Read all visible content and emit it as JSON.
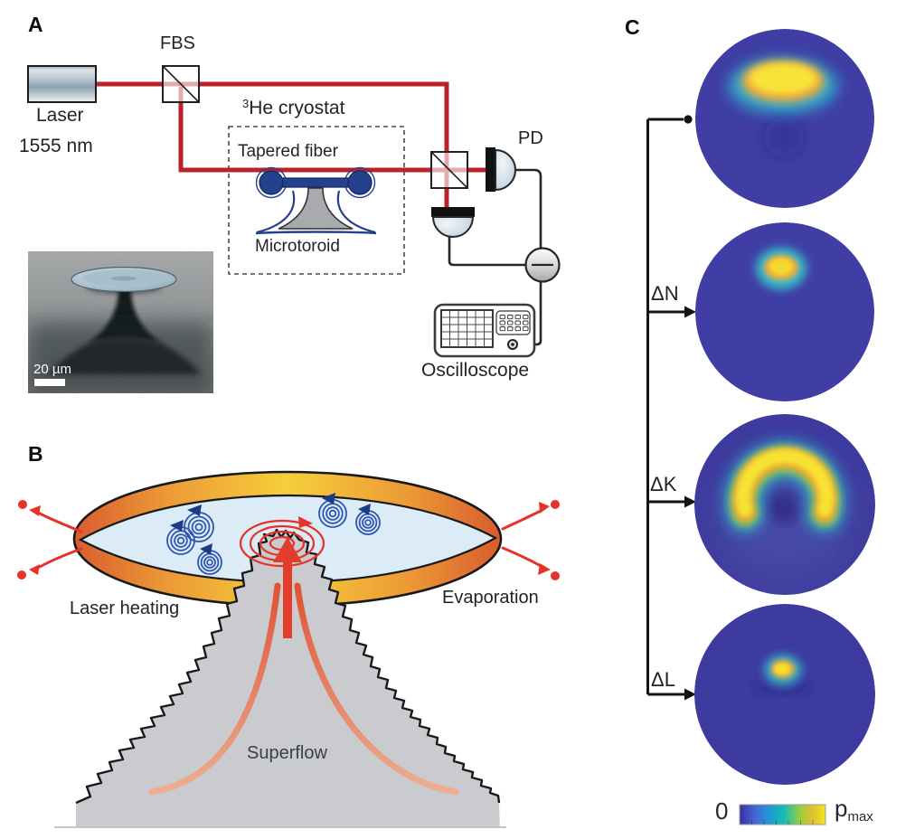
{
  "figure": {
    "type": "scientific-figure",
    "panels": [
      "A",
      "B",
      "C"
    ]
  },
  "panel_a": {
    "label": "A",
    "laser": "Laser",
    "wavelength": "1555 nm",
    "fbs": "FBS",
    "cryostat_sup": "3",
    "cryostat": "He cryostat",
    "tapered_fiber": "Tapered fiber",
    "microtoroid": "Microtoroid",
    "pd": "PD",
    "oscilloscope": "Oscilloscope",
    "sem_scale": "20 µm"
  },
  "panel_b": {
    "label": "B",
    "laser_heating": "Laser heating",
    "evaporation": "Evaporation",
    "superflow": "Superflow"
  },
  "panel_c": {
    "label": "C",
    "maps": [
      {
        "label": "",
        "connector": "dot",
        "distribution": "broad arc at top"
      },
      {
        "label": "ΔN",
        "connector": "arrow",
        "distribution": "compact spot upper left of center"
      },
      {
        "label": "ΔK",
        "connector": "arrow",
        "distribution": "wide crescent in upper half"
      },
      {
        "label": "ΔL",
        "connector": "arrow",
        "distribution": "small spot above center"
      }
    ],
    "colorbar": {
      "min": "0",
      "max_base": "p",
      "max_sub": "max",
      "gradient": [
        "#3b2fa0",
        "#1e9ad1",
        "#17bdb2",
        "#97cd43",
        "#f7e51d"
      ]
    }
  },
  "colors": {
    "beam_red": "#bb2128",
    "indigo_base": "#403ea4",
    "torus_orange": "#d95c2e",
    "torus_yellow": "#f5cf3b",
    "vortex_blue": "#2f56b0",
    "arrow_red": "#e63329",
    "fiber_navy": "#24418e"
  }
}
